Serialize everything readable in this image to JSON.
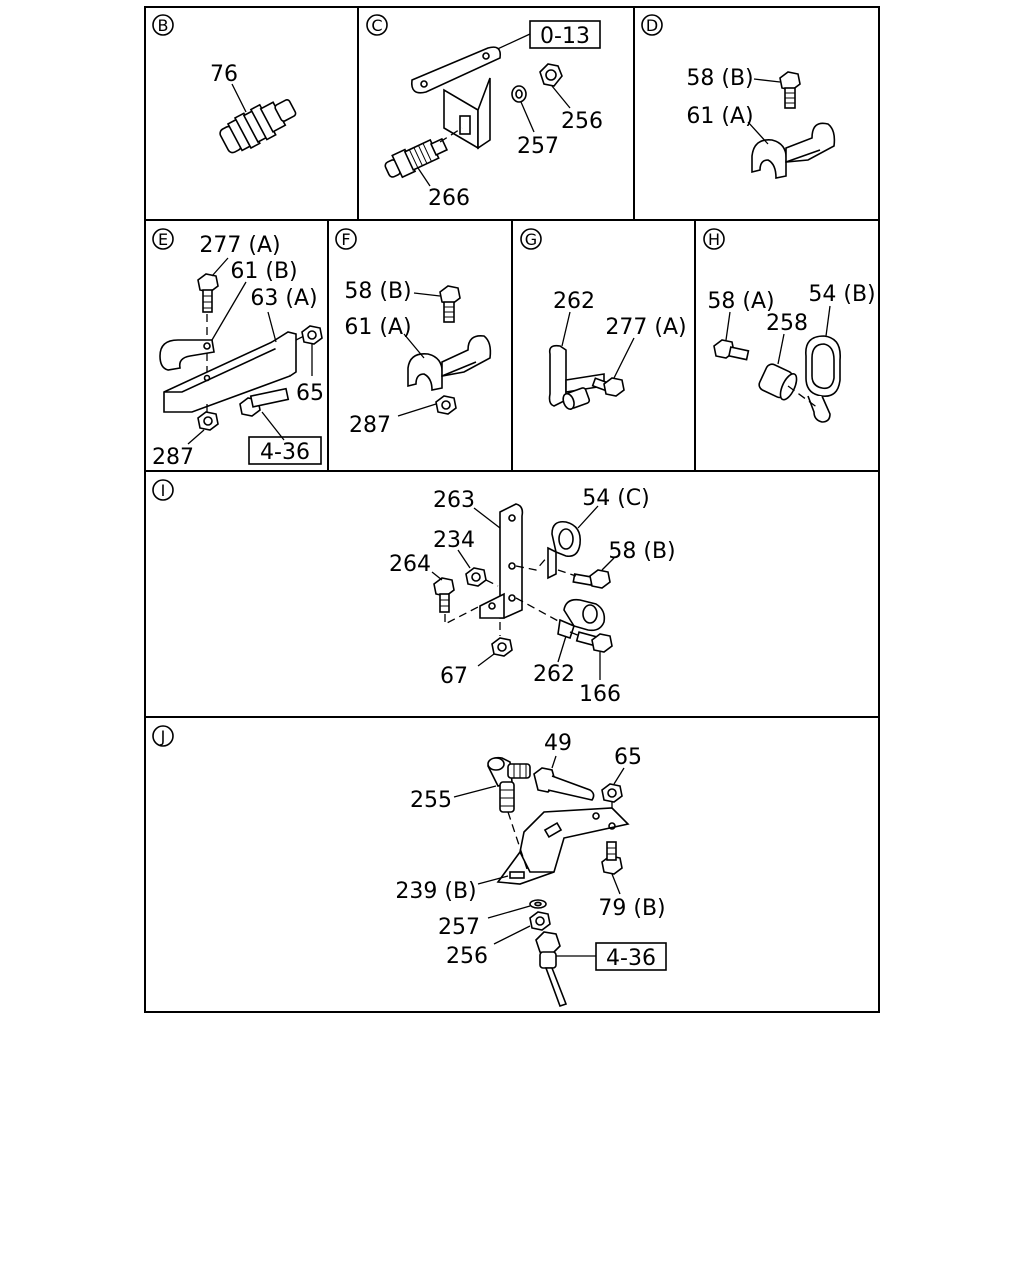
{
  "panels": {
    "B": {
      "letter": "B",
      "labels": {
        "p76": "76"
      }
    },
    "C": {
      "letter": "C",
      "labels": {
        "ref": "0-13",
        "p256": "256",
        "p257": "257",
        "p266": "266"
      }
    },
    "D": {
      "letter": "D",
      "labels": {
        "p58b": "58 (B)",
        "p61a": "61 (A)"
      }
    },
    "E": {
      "letter": "E",
      "labels": {
        "p277a": "277 (A)",
        "p61b": "61 (B)",
        "p63a": "63 (A)",
        "p65": "65",
        "p287": "287",
        "ref": "4-36"
      }
    },
    "F": {
      "letter": "F",
      "labels": {
        "p58b": "58 (B)",
        "p61a": "61 (A)",
        "p287": "287"
      }
    },
    "G": {
      "letter": "G",
      "labels": {
        "p262": "262",
        "p277a": "277 (A)"
      }
    },
    "H": {
      "letter": "H",
      "labels": {
        "p58a": "58 (A)",
        "p54b": "54 (B)",
        "p258": "258"
      }
    },
    "I": {
      "letter": "I",
      "labels": {
        "p263": "263",
        "p54c": "54 (C)",
        "p234": "234",
        "p58b": "58 (B)",
        "p264": "264",
        "p67": "67",
        "p262": "262",
        "p166": "166"
      }
    },
    "J": {
      "letter": "J",
      "labels": {
        "p49": "49",
        "p65": "65",
        "p255": "255",
        "p239b": "239 (B)",
        "p79b": "79 (B)",
        "p257": "257",
        "p256": "256",
        "ref": "4-36"
      }
    }
  }
}
